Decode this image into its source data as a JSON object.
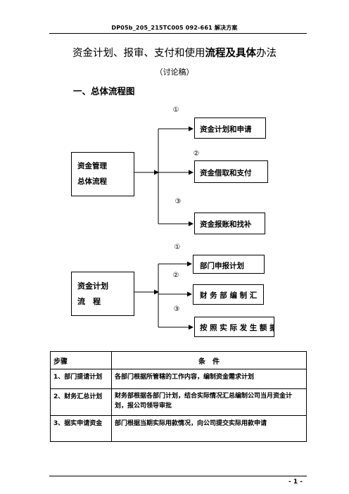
{
  "header": {
    "text": "DP05b_205_215TC005 092-661 解决方案"
  },
  "title": {
    "normal": "资金计划、报审、支付和使用",
    "bold": "流程及具体",
    "tail": "办法"
  },
  "subtitle": "（讨论稿）",
  "section": {
    "heading": "一、总体流程图"
  },
  "flow1": {
    "source": [
      "资金管理",
      "总体流程"
    ],
    "targets": [
      {
        "num": "①",
        "label": "资金计划和申请"
      },
      {
        "num": "②",
        "label": "资金借取和支付"
      },
      {
        "num": "③",
        "label": "资金报账和找补"
      }
    ]
  },
  "flow2": {
    "source": [
      "资金计划",
      "流　程"
    ],
    "targets": [
      {
        "num": "①",
        "label": "部门申报计划"
      },
      {
        "num": "②",
        "label": "财 务 部 编 制 汇"
      },
      {
        "num": "③",
        "label": "按 照 实 际 发 生 额 据"
      }
    ]
  },
  "table": {
    "headers": [
      "步骤",
      "条　件"
    ],
    "rows": [
      [
        "1、部门提请计划",
        "各部门根据所管辖的工作内容，编制资金需求计划"
      ],
      [
        "2、财务汇总计划",
        "财务部根据各部门计划，结合实际情况汇总编制公司当月资金计划，报公司领导审批"
      ],
      [
        "3、据实申请资金",
        "部门根据当期实际用款情况，向公司提交实际用款申请"
      ]
    ]
  },
  "footer": {
    "page": "- 1 -"
  }
}
